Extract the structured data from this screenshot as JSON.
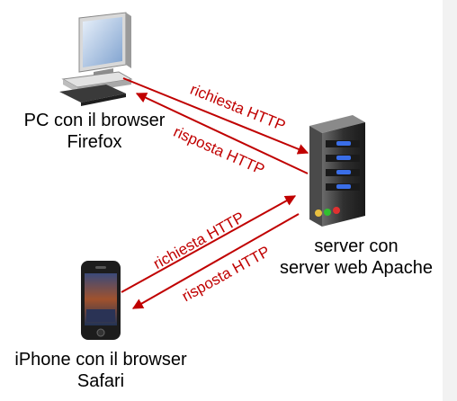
{
  "nodes": {
    "pc": {
      "line1": "PC con il browser",
      "line2": "Firefox"
    },
    "server": {
      "line1": "server con",
      "line2": "server web Apache"
    },
    "iphone": {
      "line1": "iPhone con il browser",
      "line2": "Safari"
    }
  },
  "arrows": {
    "pc_request": "richiesta HTTP",
    "pc_response": "risposta HTTP",
    "iphone_request": "richiesta HTTP",
    "iphone_response": "risposta HTTP"
  },
  "colors": {
    "arrow": "#c00000",
    "text": "#000000"
  },
  "icons": {
    "pc": "desktop-computer-icon",
    "server": "server-tower-icon",
    "phone": "smartphone-icon"
  }
}
